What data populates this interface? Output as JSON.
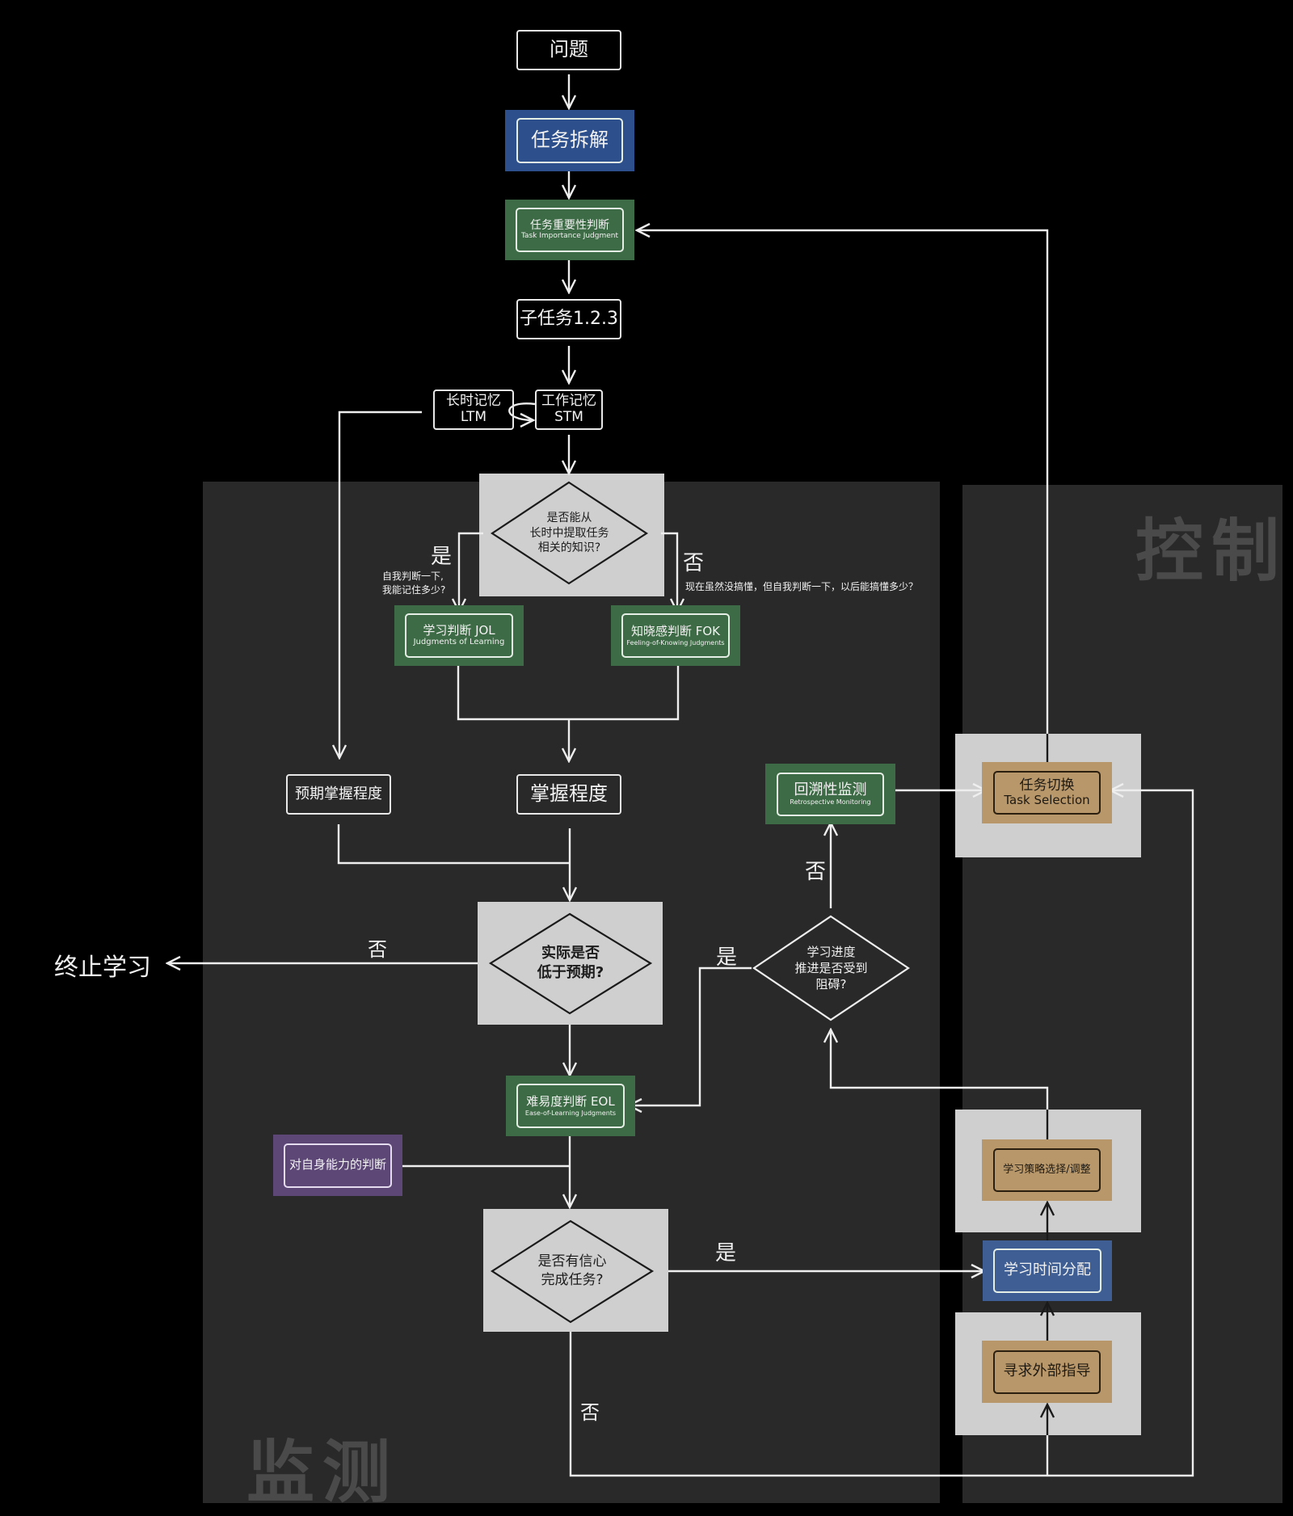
{
  "panels": {
    "monitor_label": "监测",
    "control_label": "控制"
  },
  "nodes": {
    "problem": "问题",
    "task_decomposition": "任务拆解",
    "task_importance": {
      "zh": "任务重要性判断",
      "en": "Task Importance Judgment"
    },
    "subtasks": "子任务1.2.3",
    "ltm": {
      "zh": "长时记忆",
      "en": "LTM"
    },
    "stm": {
      "zh": "工作记忆",
      "en": "STM"
    },
    "jol": {
      "zh": "学习判断 JOL",
      "en": "Judgments of Learning"
    },
    "fok": {
      "zh": "知晓感判断 FOK",
      "en": "Feeling-of-Knowing Judgments"
    },
    "expected_mastery": "预期掌握程度",
    "mastery": "掌握程度",
    "retrospective": {
      "zh": "回溯性监测",
      "en": "Retrospective Monitoring"
    },
    "task_selection": {
      "zh": "任务切换",
      "en": "Task Selection"
    },
    "eol": {
      "zh": "难易度判断 EOL",
      "en": "Ease-of-Learning Judgments"
    },
    "self_ability": "对自身能力的判断",
    "strategy": "学习策略选择/调整",
    "time_allocation": "学习时间分配",
    "external_help": "寻求外部指导",
    "stop_learning": "终止学习"
  },
  "decisions": {
    "retrieve": [
      "是否能从",
      "长时中提取任务",
      "相关的知识?"
    ],
    "below_expected": [
      "实际是否",
      "低于预期?"
    ],
    "progress_blocked": [
      "学习进度",
      "推进是否受到",
      "阻碍?"
    ],
    "confident": [
      "是否有信心",
      "完成任务?"
    ]
  },
  "edge_labels": {
    "retrieve_yes": "是",
    "retrieve_no": "否",
    "below_no": "否",
    "blocked_yes": "是",
    "blocked_no": "否",
    "confident_yes": "是",
    "confident_no": "否"
  },
  "annotations": {
    "jol_note": [
      "自我判断一下,",
      "我能记住多少?"
    ],
    "fok_note": "现在虽然没搞懂，但自我判断一下，以后能搞懂多少？"
  },
  "colors": {
    "background": "#000000",
    "panel": "#292929",
    "green": "#3d6b45",
    "blue": "#2d4f8c",
    "purple": "#5d4777",
    "tan": "#b8976a",
    "grey_box": "#cfcfcf",
    "line": "#eeeeee"
  }
}
